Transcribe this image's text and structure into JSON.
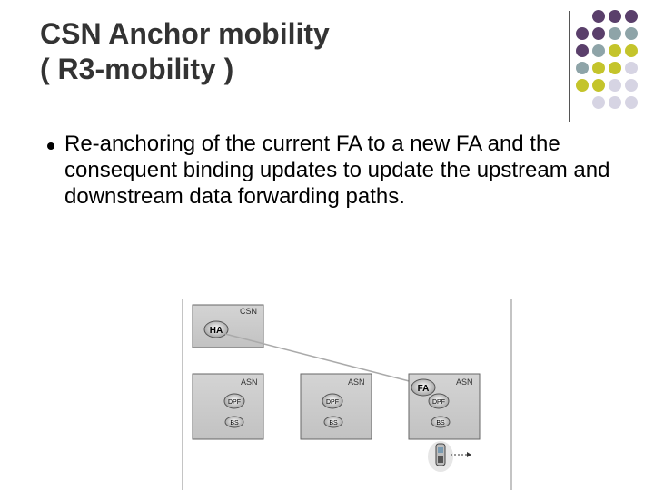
{
  "slide": {
    "title_line1": "CSN Anchor mobility",
    "title_line2": "( R3-mobility )",
    "bullet_text": "Re-anchoring of the current FA to a new FA and the consequent binding updates to update the upstream and downstream data forwarding paths."
  },
  "diagram": {
    "csn_label": "CSN",
    "ha_label": "HA",
    "asn_label": "ASN",
    "fa_label": "FA",
    "dpf_label": "DPF",
    "bs_label": "BS"
  },
  "colors": {
    "title": "#333333",
    "dot_purple": "#5a3f6b",
    "dot_teal": "#8ea4a8",
    "dot_olive": "#c4c42b",
    "dot_lilac": "#d6d4e3",
    "box_fill": "#c8c8c8"
  }
}
